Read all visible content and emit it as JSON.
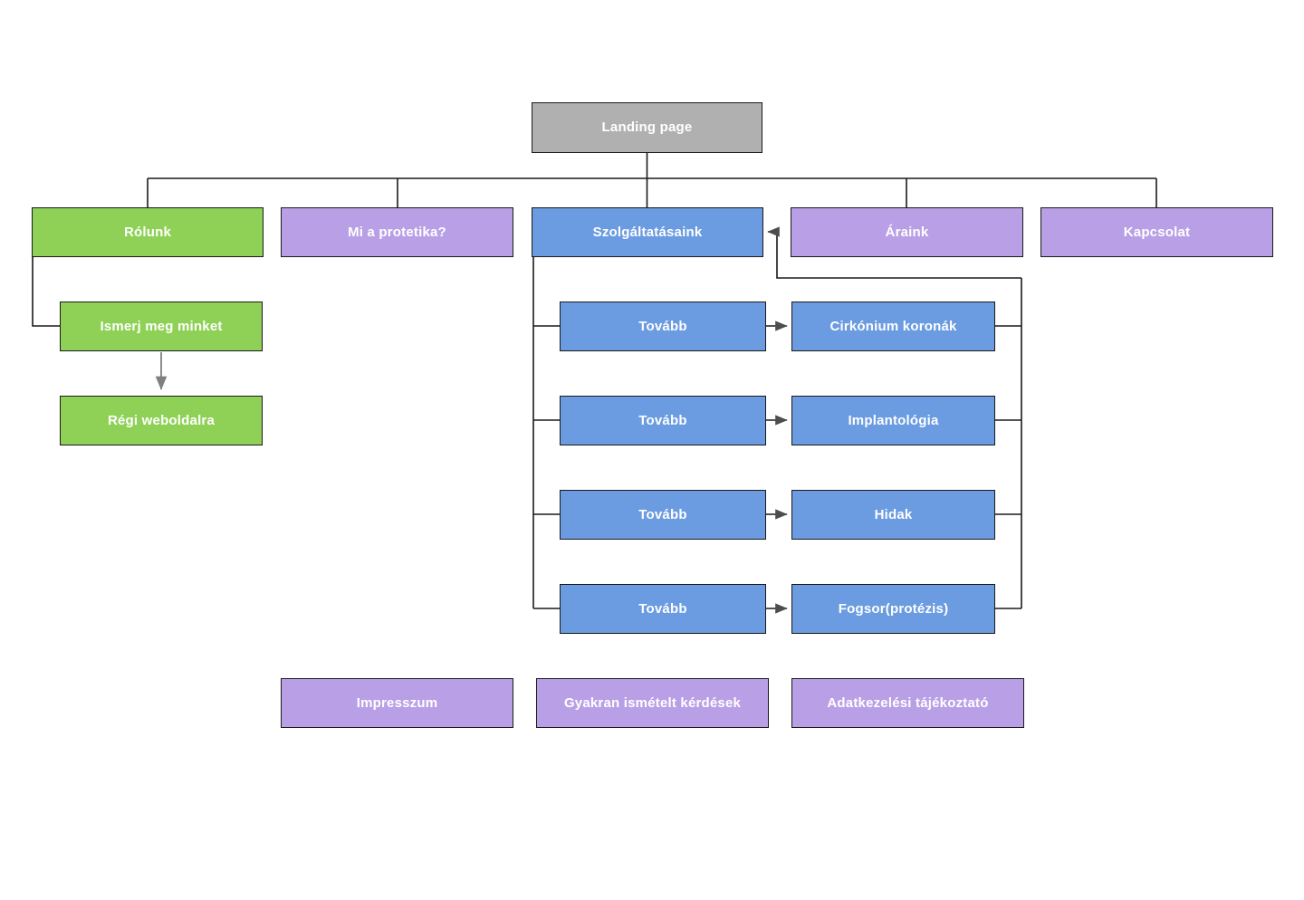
{
  "diagram": {
    "title_node": {
      "label": "Landing page",
      "color": "#b0b0b0"
    },
    "palette": {
      "gray": "#b0b0b0",
      "green": "#8fd157",
      "purple": "#b9a0e6",
      "blue": "#6b9be0",
      "edge": "#1a1a1a",
      "arrow_gray": "#808080",
      "text": "#ffffff",
      "background": "#ffffff"
    },
    "main_nav": [
      {
        "label": "Rólunk",
        "color": "#8fd157"
      },
      {
        "label": "Mi a protetika?",
        "color": "#b9a0e6"
      },
      {
        "label": "Szolgáltatásaink",
        "color": "#6b9be0"
      },
      {
        "label": "Áraink",
        "color": "#b9a0e6"
      },
      {
        "label": "Kapcsolat",
        "color": "#b9a0e6"
      }
    ],
    "about_branch": [
      {
        "label": "Ismerj meg minket",
        "color": "#8fd157"
      },
      {
        "label": "Régi weboldalra",
        "color": "#8fd157"
      }
    ],
    "services": [
      {
        "more_label": "Tovább",
        "target_label": "Cirkónium koronák",
        "color": "#6b9be0"
      },
      {
        "more_label": "Tovább",
        "target_label": "Implantológia",
        "color": "#6b9be0"
      },
      {
        "more_label": "Tovább",
        "target_label": "Hidak",
        "color": "#6b9be0"
      },
      {
        "more_label": "Tovább",
        "target_label": "Fogsor(protézis)",
        "color": "#6b9be0"
      }
    ],
    "footer_links": [
      {
        "label": "Impresszum",
        "color": "#b9a0e6"
      },
      {
        "label": "Gyakran ismételt kérdések",
        "color": "#b9a0e6"
      },
      {
        "label": "Adatkezelési tájékoztató",
        "color": "#b9a0e6"
      }
    ]
  }
}
